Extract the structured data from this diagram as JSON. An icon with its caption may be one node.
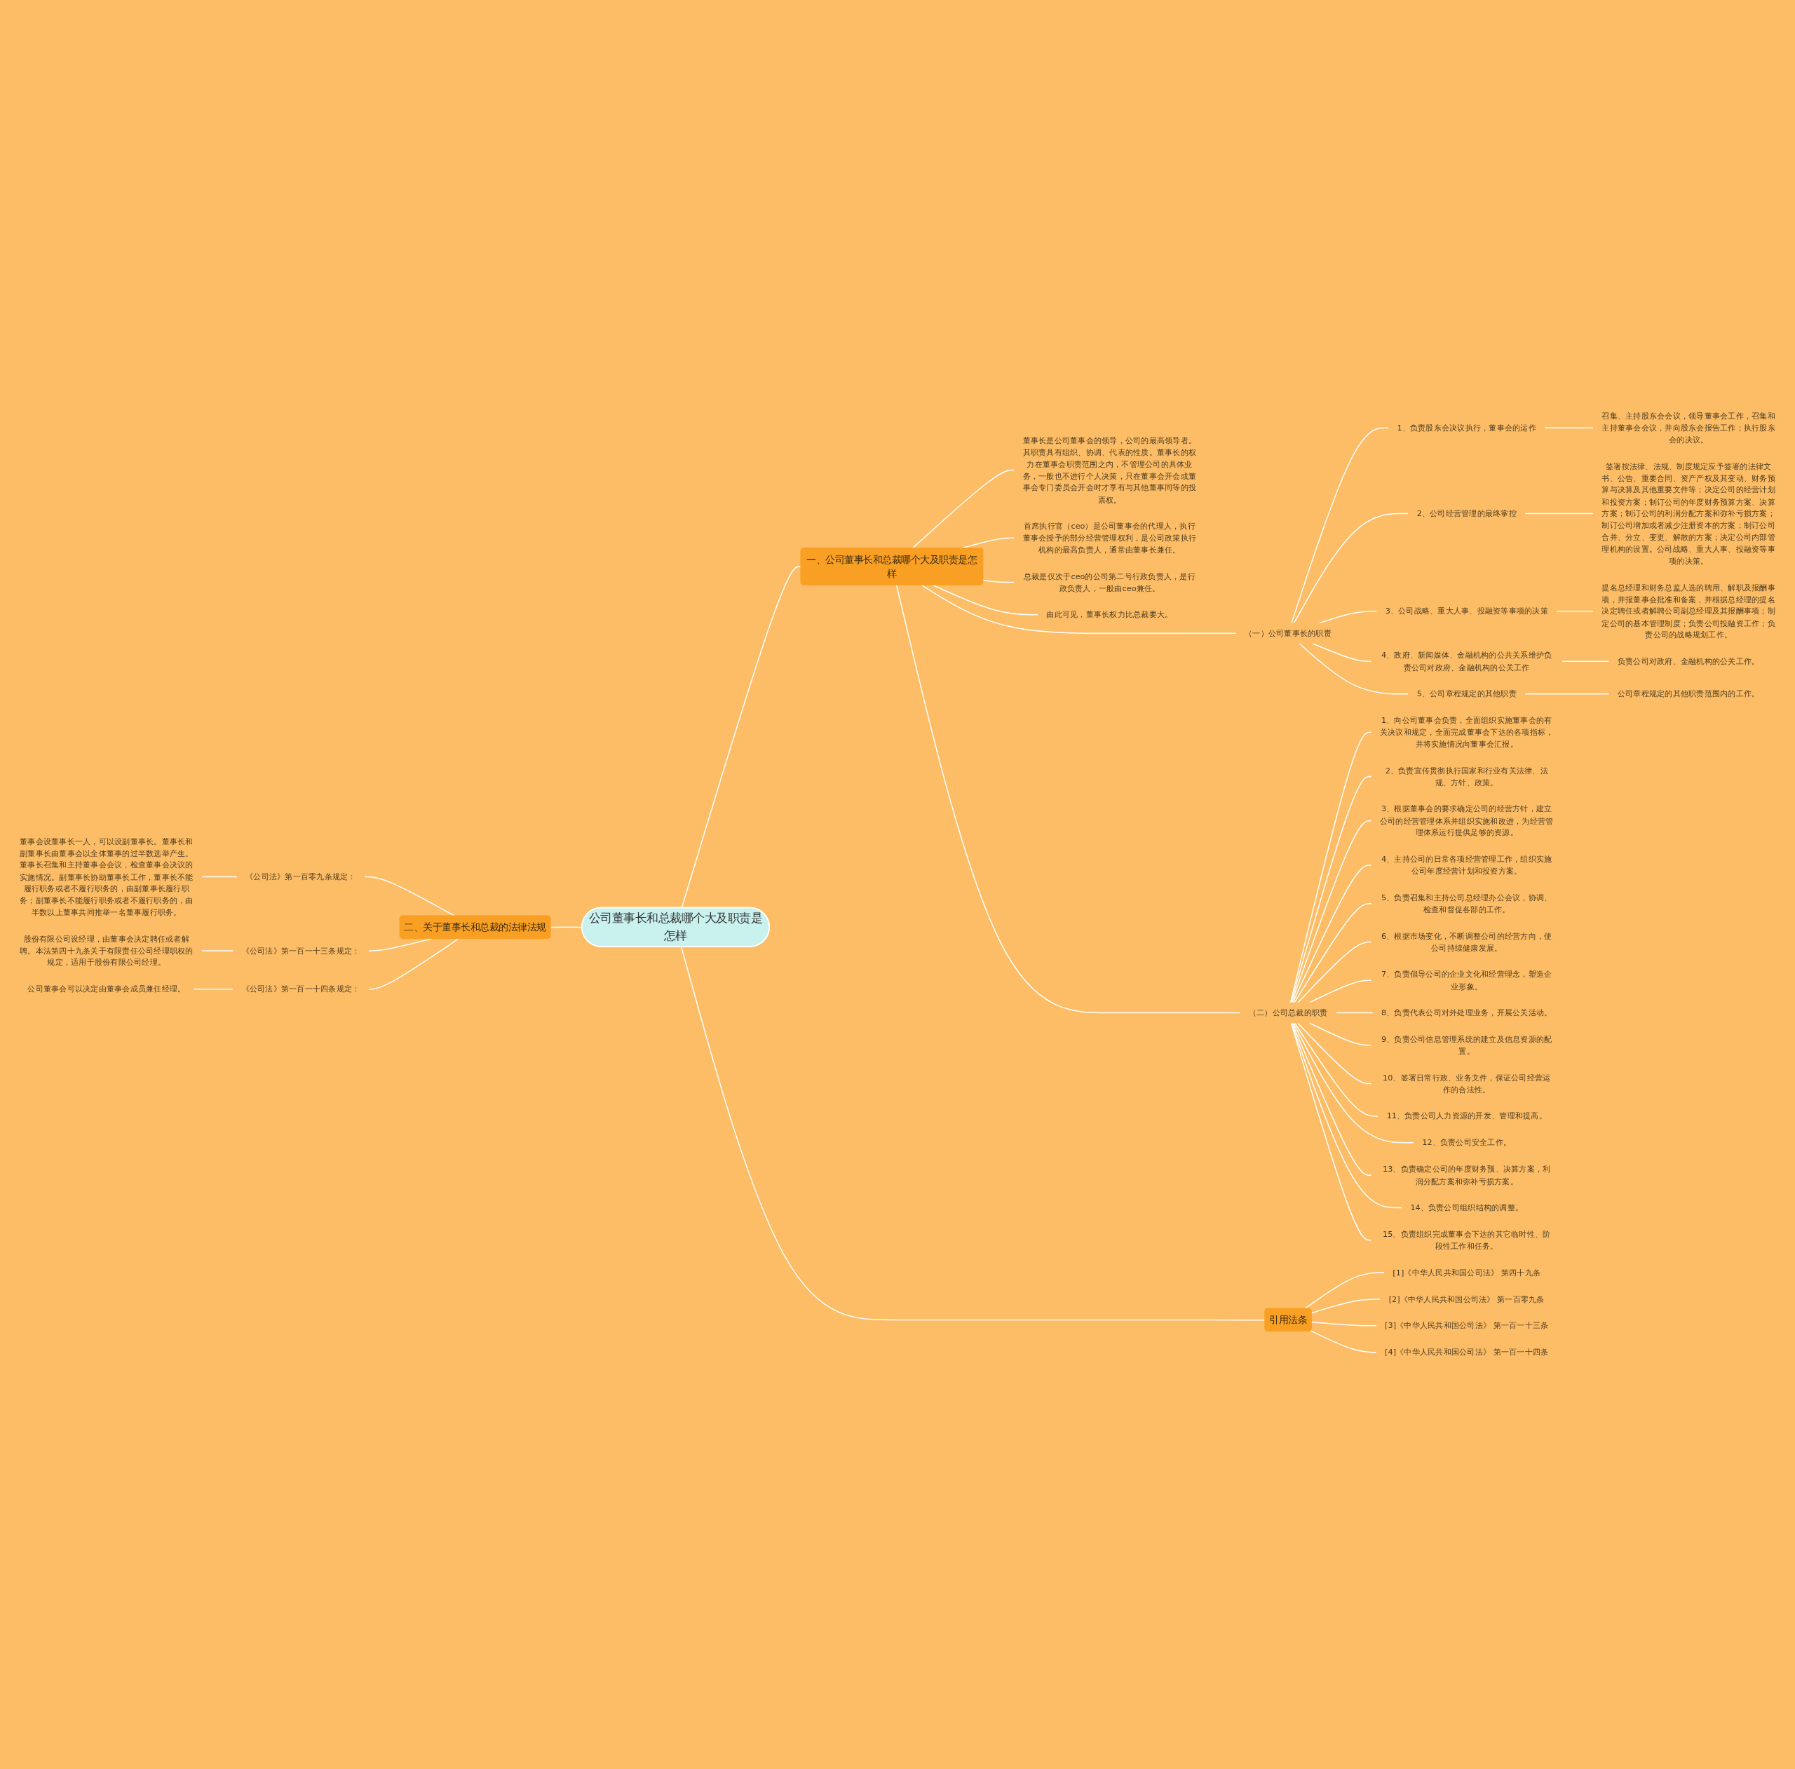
{
  "diagram": {
    "nodes": [
      {
        "text": [
          "公司董事长和总裁哪个大及职责是怎样"
        ]
      },
      {
        "text": [
          "一、公司董事长和总裁哪个大及职责是怎样"
        ]
      },
      {
        "text": [
          "董事长是公司董事会的领导，公司的最高领导者。其职责具有组织、协调、代表的性质。董事长的权力在董事会职责范围之内，不管理公司的具体业务，一般也不进行个人决策，只在董事会开会或董事会专门委员会开会时才享有与其他董事同等的投票权。"
        ]
      },
      {
        "text": [
          "首席执行官（ceo）是公司董事会的代理人，执行董事会授予的部分经营管理权利，是公司政策执行机构的最高负责人，通常由董事长兼任。"
        ]
      },
      {
        "text": [
          "总裁是仅次于ceo的公司第二号行政负责人，是行政负责人，一般由ceo兼任。"
        ]
      },
      {
        "text": [
          "由此可见，董事长权力比总裁要大。"
        ]
      },
      {
        "text": [
          "（一）公司董事长的职责"
        ]
      },
      {
        "text": [
          "1、负责股东会决议执行，董事会的运作"
        ]
      },
      {
        "text": [
          "召集、主持股东会会议，领导董事会工作，召集和主持董事会会议，并向股东会报告工作；执行股东会的决议。"
        ]
      },
      {
        "text": [
          "2、公司经营管理的最终掌控"
        ]
      },
      {
        "text": [
          "签署按法律、法规、制度规定应予签署的法律文书、公告、重要合同、资产产权及其变动、财务预算与决算及其他重要文件等；决定公司的经营计划和投资方案；制订公司的年度财务预算方案、决算方案；制订公司的利润分配方案和弥补亏损方案；制订公司增加或者减少注册资本的方案；制订公司合并、分立、变更、解散的方案；决定公司内部管理机构的设置。公司战略、重大人事、投融资等事项的决策。"
        ]
      },
      {
        "text": [
          "3、公司战略、重大人事、投融资等事项的决策"
        ]
      },
      {
        "text": [
          "提名总经理和财务总监人选的聘用、解职及报酬事项，并报董事会批准和备案，并根据总经理的提名决定聘任或者解聘公司副总经理及其报酬事项；制定公司的基本管理制度；负责公司投融资工作；负责公司的战略规划工作。"
        ]
      },
      {
        "text": [
          "4、政府、新闻媒体、金融机构的公共关系维护负责公司对政府、金融机构的公关工作"
        ]
      },
      {
        "text": [
          "负责公司对政府、金融机构的公关工作。"
        ]
      },
      {
        "text": [
          "5、公司章程规定的其他职责"
        ]
      },
      {
        "text": [
          "公司章程规定的其他职责范围内的工作。"
        ]
      },
      {
        "text": [
          "（二）公司总裁的职责"
        ]
      },
      {
        "text": [
          "1、向公司董事会负责，全面组织实施董事会的有关决议和规定，全面完成董事会下达的各项指标，并将实施情况向董事会汇报。"
        ]
      },
      {
        "text": [
          "2、负责宣传贯彻执行国家和行业有关法律、法规、方针、政策。"
        ]
      },
      {
        "text": [
          "3、根据董事会的要求确定公司的经营方针，建立公司的经营管理体系并组织实施和改进，为经营管理体系运行提供足够的资源。"
        ]
      },
      {
        "text": [
          "4、主持公司的日常各项经营管理工作，组织实施公司年度经营计划和投资方案。"
        ]
      },
      {
        "text": [
          "5、负责召集和主持公司总经理办公会议，协调、检查和督促各部的工作。"
        ]
      },
      {
        "text": [
          "6、根据市场变化，不断调整公司的经营方向，使公司持续健康发展。"
        ]
      },
      {
        "text": [
          "7、负责倡导公司的企业文化和经营理念，塑造企业形象。"
        ]
      },
      {
        "text": [
          "8、负责代表公司对外处理业务，开展公关活动。"
        ]
      },
      {
        "text": [
          "9、负责公司信息管理系统的建立及信息资源的配置。"
        ]
      },
      {
        "text": [
          "10、签署日常行政、业务文件，保证公司经营运作的合法性。"
        ]
      },
      {
        "text": [
          "11、负责公司人力资源的开发、管理和提高。"
        ]
      },
      {
        "text": [
          "12、负责公司安全工作。"
        ]
      },
      {
        "text": [
          "13、负责确定公司的年度财务预、决算方案，利润分配方案和弥补亏损方案。"
        ]
      },
      {
        "text": [
          "14、负责公司组织结构的调整。"
        ]
      },
      {
        "text": [
          "15、负责组织完成董事会下达的其它临时性、阶段性工作和任务。"
        ]
      },
      {
        "text": [
          "二、关于董事长和总裁的法律法规"
        ]
      },
      {
        "text": [
          "《公司法》第一百零九条规定："
        ]
      },
      {
        "text": [
          "董事会设董事长一人，可以设副董事长。董事长和副董事长由董事会以全体董事的过半数选举产生。董事长召集和主持董事会会议，检查董事会决议的实施情况。副董事长协助董事长工作，董事长不能履行职务或者不履行职务的，由副董事长履行职务；副董事长不能履行职务或者不履行职务的，由半数以上董事共同推举一名董事履行职务。"
        ]
      },
      {
        "text": [
          "《公司法》第一百一十三条规定："
        ]
      },
      {
        "text": [
          "股份有限公司设经理，由董事会决定聘任或者解聘。本法第四十九条关于有限责任公司经理职权的规定，适用于股份有限公司经理。"
        ]
      },
      {
        "text": [
          "《公司法》第一百一十四条规定："
        ]
      },
      {
        "text": [
          "公司董事会可以决定由董事会成员兼任经理。"
        ]
      },
      {
        "text": [
          "引用法条"
        ]
      },
      {
        "text": [
          "[1]《中华人民共和国公司法》 第四十九条"
        ]
      },
      {
        "text": [
          "[2]《中华人民共和国公司法》 第一百零九条"
        ]
      },
      {
        "text": [
          "[3]《中华人民共和国公司法》 第一百一十三条"
        ]
      },
      {
        "text": [
          "[4]《中华人民共和国公司法》 第一百一十四条"
        ]
      }
    ],
    "edges": [
      {
        "from": 0,
        "to": 1,
        "arrow": "none"
      },
      {
        "from": 1,
        "to": 2,
        "arrow": "none"
      },
      {
        "from": 1,
        "to": 3,
        "arrow": "none"
      },
      {
        "from": 1,
        "to": 4,
        "arrow": "none"
      },
      {
        "from": 1,
        "to": 5,
        "arrow": "none"
      },
      {
        "from": 1,
        "to": 6,
        "arrow": "none"
      },
      {
        "from": 6,
        "to": 7,
        "arrow": "none"
      },
      {
        "from": 7,
        "to": 8,
        "arrow": "none"
      },
      {
        "from": 6,
        "to": 9,
        "arrow": "none"
      },
      {
        "from": 9,
        "to": 10,
        "arrow": "none"
      },
      {
        "from": 6,
        "to": 11,
        "arrow": "none"
      },
      {
        "from": 11,
        "to": 12,
        "arrow": "none"
      },
      {
        "from": 6,
        "to": 13,
        "arrow": "none"
      },
      {
        "from": 13,
        "to": 14,
        "arrow": "none"
      },
      {
        "from": 6,
        "to": 15,
        "arrow": "none"
      },
      {
        "from": 15,
        "to": 16,
        "arrow": "none"
      },
      {
        "from": 1,
        "to": 17,
        "arrow": "none"
      },
      {
        "from": 17,
        "to": 18,
        "arrow": "none"
      },
      {
        "from": 17,
        "to": 19,
        "arrow": "none"
      },
      {
        "from": 17,
        "to": 20,
        "arrow": "none"
      },
      {
        "from": 17,
        "to": 21,
        "arrow": "none"
      },
      {
        "from": 17,
        "to": 22,
        "arrow": "none"
      },
      {
        "from": 17,
        "to": 23,
        "arrow": "none"
      },
      {
        "from": 17,
        "to": 24,
        "arrow": "none"
      },
      {
        "from": 17,
        "to": 25,
        "arrow": "none"
      },
      {
        "from": 17,
        "to": 26,
        "arrow": "none"
      },
      {
        "from": 17,
        "to": 27,
        "arrow": "none"
      },
      {
        "from": 17,
        "to": 28,
        "arrow": "none"
      },
      {
        "from": 17,
        "to": 29,
        "arrow": "none"
      },
      {
        "from": 17,
        "to": 30,
        "arrow": "none"
      },
      {
        "from": 17,
        "to": 31,
        "arrow": "none"
      },
      {
        "from": 17,
        "to": 32,
        "arrow": "none"
      },
      {
        "from": 33,
        "to": 0,
        "arrow": "none"
      },
      {
        "from": 34,
        "to": 33,
        "arrow": "none"
      },
      {
        "from": 35,
        "to": 34,
        "arrow": "none"
      },
      {
        "from": 36,
        "to": 33,
        "arrow": "none"
      },
      {
        "from": 37,
        "to": 36,
        "arrow": "none"
      },
      {
        "from": 38,
        "to": 33,
        "arrow": "none"
      },
      {
        "from": 39,
        "to": 38,
        "arrow": "none"
      },
      {
        "from": 0,
        "to": 40,
        "arrow": "none"
      },
      {
        "from": 40,
        "to": 41,
        "arrow": "none"
      },
      {
        "from": 40,
        "to": 42,
        "arrow": "none"
      },
      {
        "from": 40,
        "to": 43,
        "arrow": "none"
      },
      {
        "from": 40,
        "to": 44,
        "arrow": "none"
      }
    ]
  }
}
